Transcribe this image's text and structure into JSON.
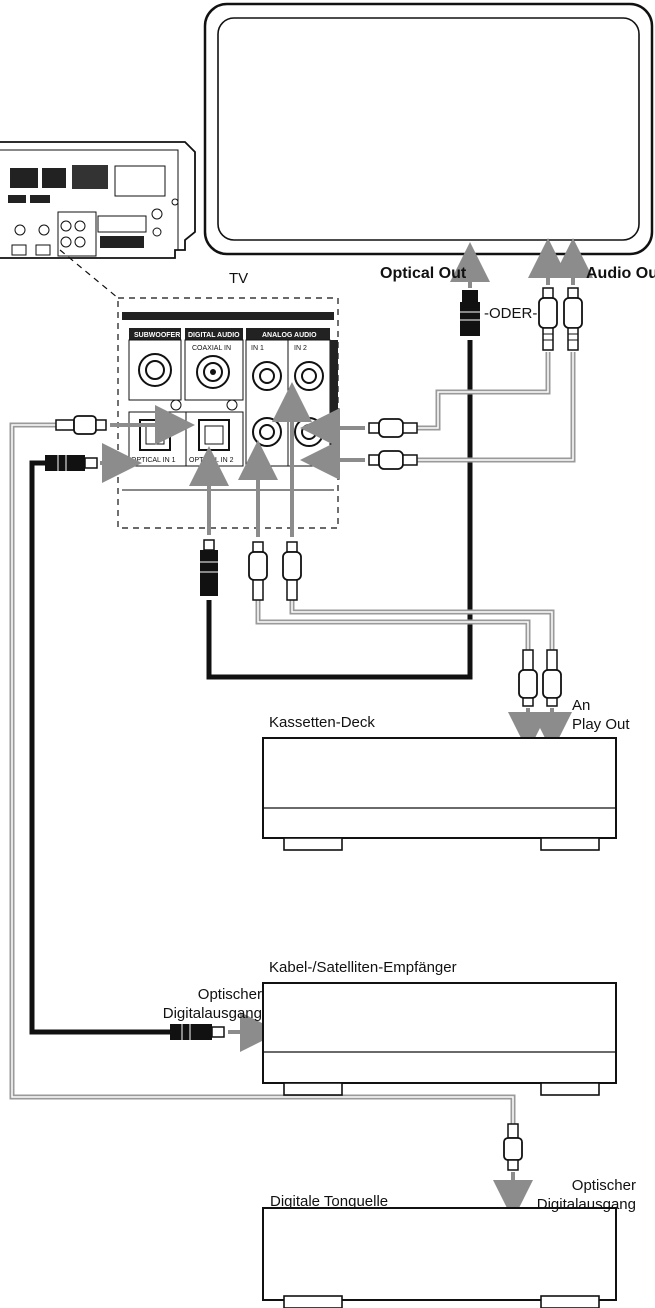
{
  "labels": {
    "tv": "TV",
    "optical_out": "Optical Out",
    "audio_out": "Audio Out",
    "oder": "-ODER-",
    "kassetten_deck": "Kassetten-Deck",
    "an": "An",
    "play_out": "Play Out",
    "kabel_satelliten": "Kabel-/Satelliten-Empfänger",
    "optischer_1": "Optischer",
    "digitalausgang_1": "Digitalausgang",
    "digitale_tonquelle": "Digitale Tonquelle",
    "optischer_2": "Optischer",
    "digitalausgang_2": "Digitalausgang"
  },
  "panel": {
    "subwoofer": "SUBWOOFER",
    "digital_audio": "DIGITAL AUDIO",
    "coaxial_in": "COAXIAL IN",
    "analog_audio": "ANALOG AUDIO",
    "in1": "IN 1",
    "in2": "IN 2",
    "optical_in_1": "OPTICAL IN 1",
    "optical_in_2": "OPTICAL IN 2"
  },
  "colors": {
    "line": "#111111",
    "cable_gray": "#9a9a9a",
    "arrow_gray": "#8c8c8c",
    "black_cable": "#111111"
  }
}
